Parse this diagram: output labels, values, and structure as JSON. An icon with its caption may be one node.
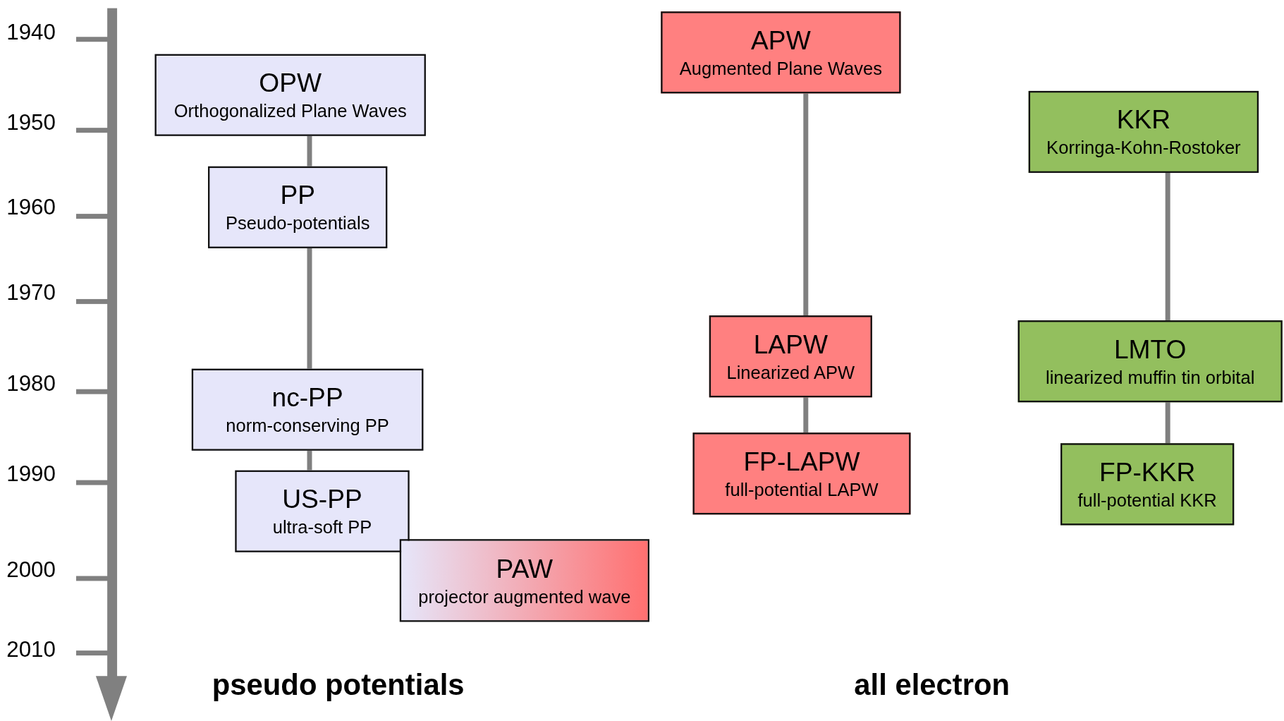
{
  "diagram": {
    "nodes": [
      {
        "text": [
          "OPW",
          "Orthogonalized Plane Waves"
        ]
      },
      {
        "text": [
          "PP",
          "Pseudo-potentials"
        ]
      },
      {
        "text": [
          "nc-PP",
          "norm-conserving PP"
        ]
      },
      {
        "text": [
          "US-PP",
          "ultra-soft PP"
        ]
      },
      {
        "text": [
          "PAW",
          "projector augmented wave"
        ]
      },
      {
        "text": [
          "APW",
          "Augmented Plane Waves"
        ]
      },
      {
        "text": [
          "LAPW",
          "Linearized APW"
        ]
      },
      {
        "text": [
          "FP-LAPW",
          "full-potential LAPW"
        ]
      },
      {
        "text": [
          "KKR",
          "Korringa-Kohn-Rostoker"
        ]
      },
      {
        "text": [
          "LMTO",
          "linearized muffin tin orbital"
        ]
      },
      {
        "text": [
          "FP-KKR",
          "full-potential KKR"
        ]
      }
    ],
    "edges": [
      {
        "from": 0,
        "to": 1,
        "arrow": "none"
      },
      {
        "from": 1,
        "to": 2,
        "arrow": "none"
      },
      {
        "from": 2,
        "to": 3,
        "arrow": "none"
      },
      {
        "from": 5,
        "to": 6,
        "arrow": "none"
      },
      {
        "from": 6,
        "to": 7,
        "arrow": "none"
      },
      {
        "from": 8,
        "to": 9,
        "arrow": "none"
      },
      {
        "from": 9,
        "to": 10,
        "arrow": "none"
      }
    ],
    "labels": [
      "1940",
      "1950",
      "1960",
      "1970",
      "1980",
      "1990",
      "2000",
      "2010",
      "pseudo potentials",
      "all electron"
    ]
  }
}
